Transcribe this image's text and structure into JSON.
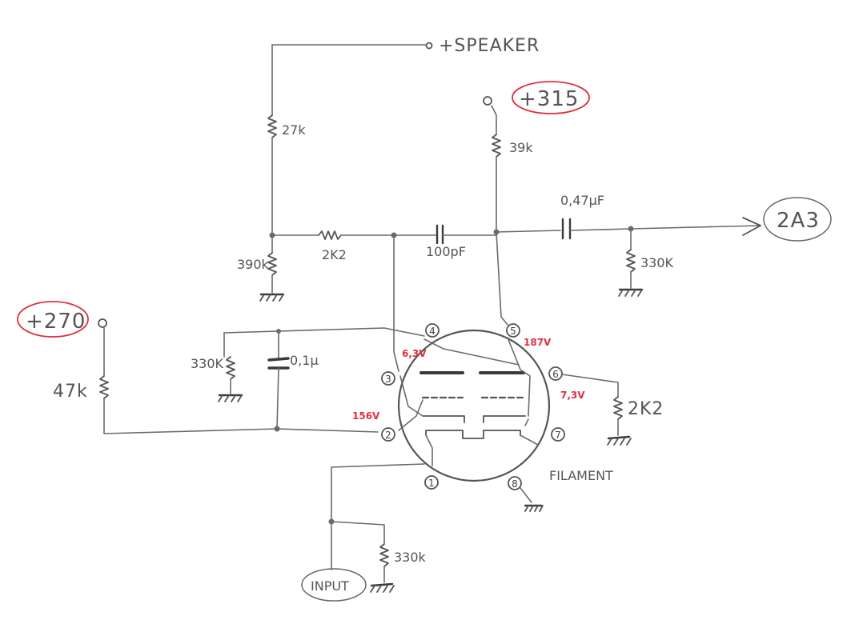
{
  "labels": {
    "speaker": "+SPEAKER",
    "r_27k": "27k",
    "r_390k": "390k",
    "r_2k2_mid": "2K2",
    "c_100pf": "100pF",
    "b_315": "+315",
    "r_39k": "39k",
    "c_047": "0,47μF",
    "r_330k_top": "330K",
    "out_2a3": "2A3",
    "b_270": "+270",
    "r_47k": "47k",
    "r_330k_left": "330K",
    "c_01": "0,1μ",
    "r_2k2_cath": "2K2",
    "filament": "FILAMENT",
    "r_330k_in": "330k",
    "input": "INPUT"
  },
  "voltages": {
    "pin4": "6,3V",
    "pin5": "187V",
    "pin2": "156V",
    "pin6": "7,3V"
  },
  "pins": [
    "1",
    "2",
    "3",
    "4",
    "5",
    "6",
    "7",
    "8"
  ],
  "colors": {
    "ink": "#6b6b6b",
    "red": "#e0303f"
  }
}
